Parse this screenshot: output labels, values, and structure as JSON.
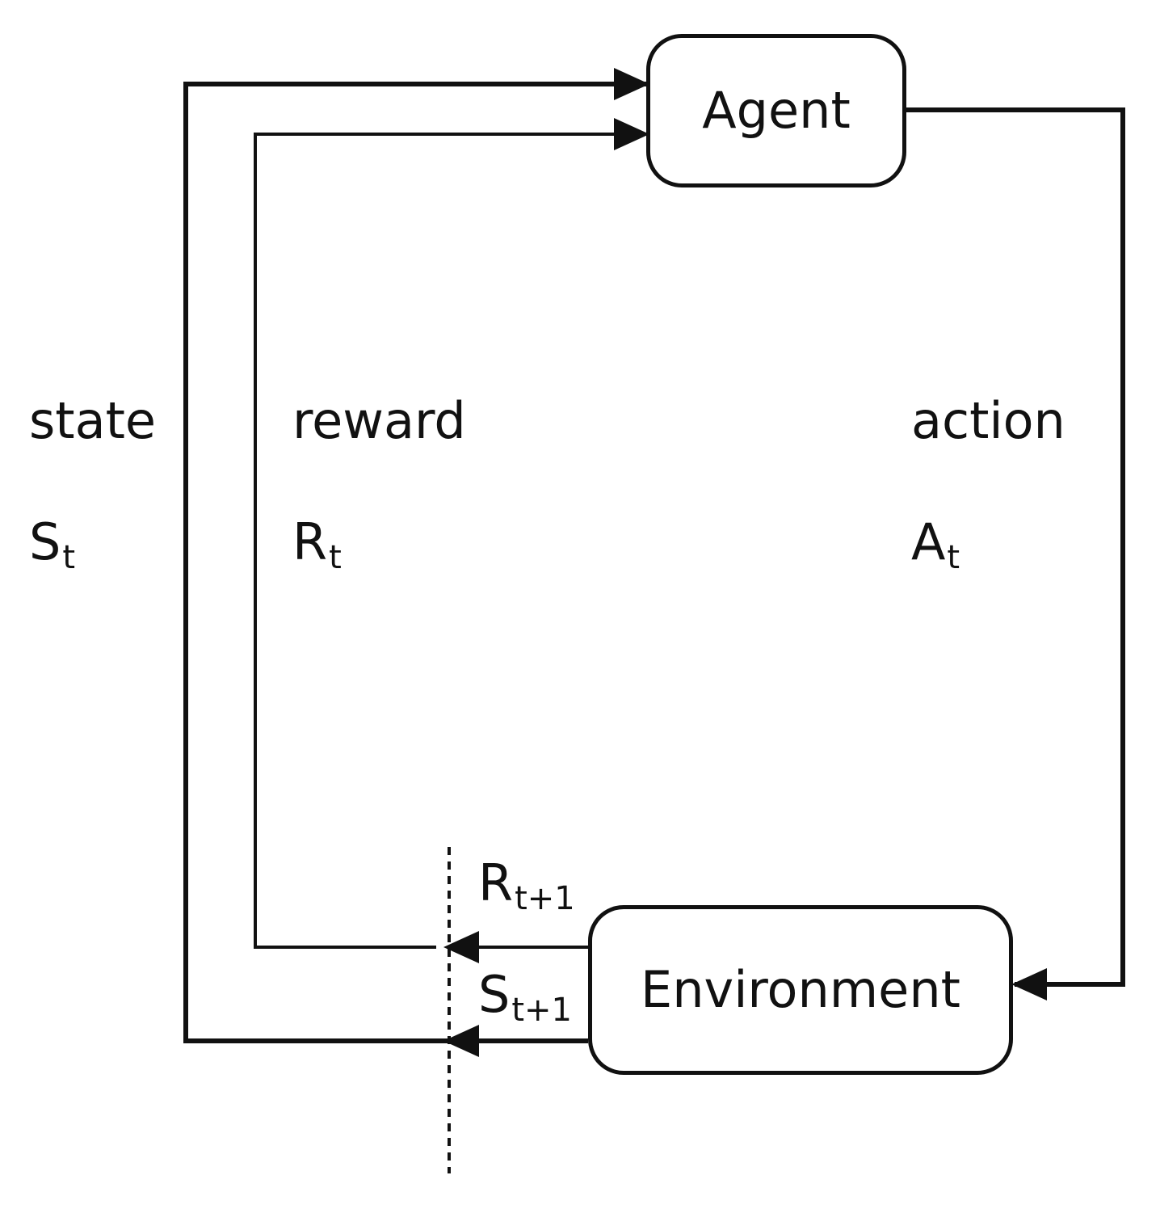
{
  "agent": {
    "label": "Agent"
  },
  "environment": {
    "label": "Environment"
  },
  "state": {
    "label": "state",
    "symbol": "S",
    "subscript": "t"
  },
  "reward": {
    "label": "reward",
    "symbol": "R",
    "subscript": "t"
  },
  "action": {
    "label": "action",
    "symbol": "A",
    "subscript": "t"
  },
  "reward_next": {
    "symbol": "R",
    "subscript": "t+1"
  },
  "state_next": {
    "symbol": "S",
    "subscript": "t+1"
  },
  "colors": {
    "stroke": "#111111",
    "background": "#ffffff"
  }
}
